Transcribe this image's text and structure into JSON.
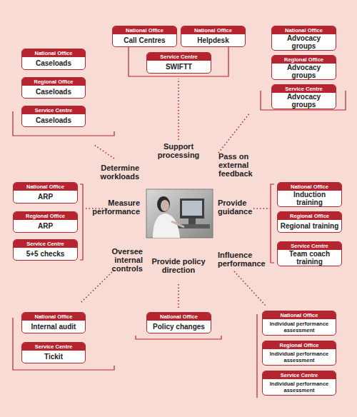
{
  "diagram": {
    "nodes": [
      {
        "text": [
          "National Office",
          "Caseloads"
        ]
      },
      {
        "text": [
          "Regional Office",
          "Caseloads"
        ]
      },
      {
        "text": [
          "Service Centre",
          "Caseloads"
        ]
      },
      {
        "text": [
          "National Office",
          "Call Centres"
        ]
      },
      {
        "text": [
          "National Office",
          "Helpdesk"
        ]
      },
      {
        "text": [
          "Service Centre",
          "SWIFTT"
        ]
      },
      {
        "text": [
          "National Office",
          "Advocacy groups"
        ]
      },
      {
        "text": [
          "Regional Office",
          "Advocacy groups"
        ]
      },
      {
        "text": [
          "Service Centre",
          "Advocacy groups"
        ]
      },
      {
        "text": [
          "National Office",
          "ARP"
        ]
      },
      {
        "text": [
          "Regional Office",
          "ARP"
        ]
      },
      {
        "text": [
          "Service Centre",
          "5+5 checks"
        ]
      },
      {
        "text": [
          "National Office",
          "Induction training"
        ]
      },
      {
        "text": [
          "Regional Office",
          "Regional training"
        ]
      },
      {
        "text": [
          "Service Centre",
          "Team coach training"
        ]
      },
      {
        "text": [
          "National Office",
          "Internal audit"
        ]
      },
      {
        "text": [
          "Service Centre",
          "Tickit"
        ]
      },
      {
        "text": [
          "National Office",
          "Policy changes"
        ]
      },
      {
        "text": [
          "National Office",
          "Individual performance assessment"
        ]
      },
      {
        "text": [
          "Regional Office",
          "Individual performance assessment"
        ]
      },
      {
        "text": [
          "Service Centre",
          "Individual performance assessment"
        ]
      }
    ],
    "labels": [
      "Support processing",
      "Determine workloads",
      "Pass on external feedback",
      "Measure performance",
      "Provide guidance",
      "Oversee internal controls",
      "Provide policy direction",
      "Influence performance"
    ]
  }
}
